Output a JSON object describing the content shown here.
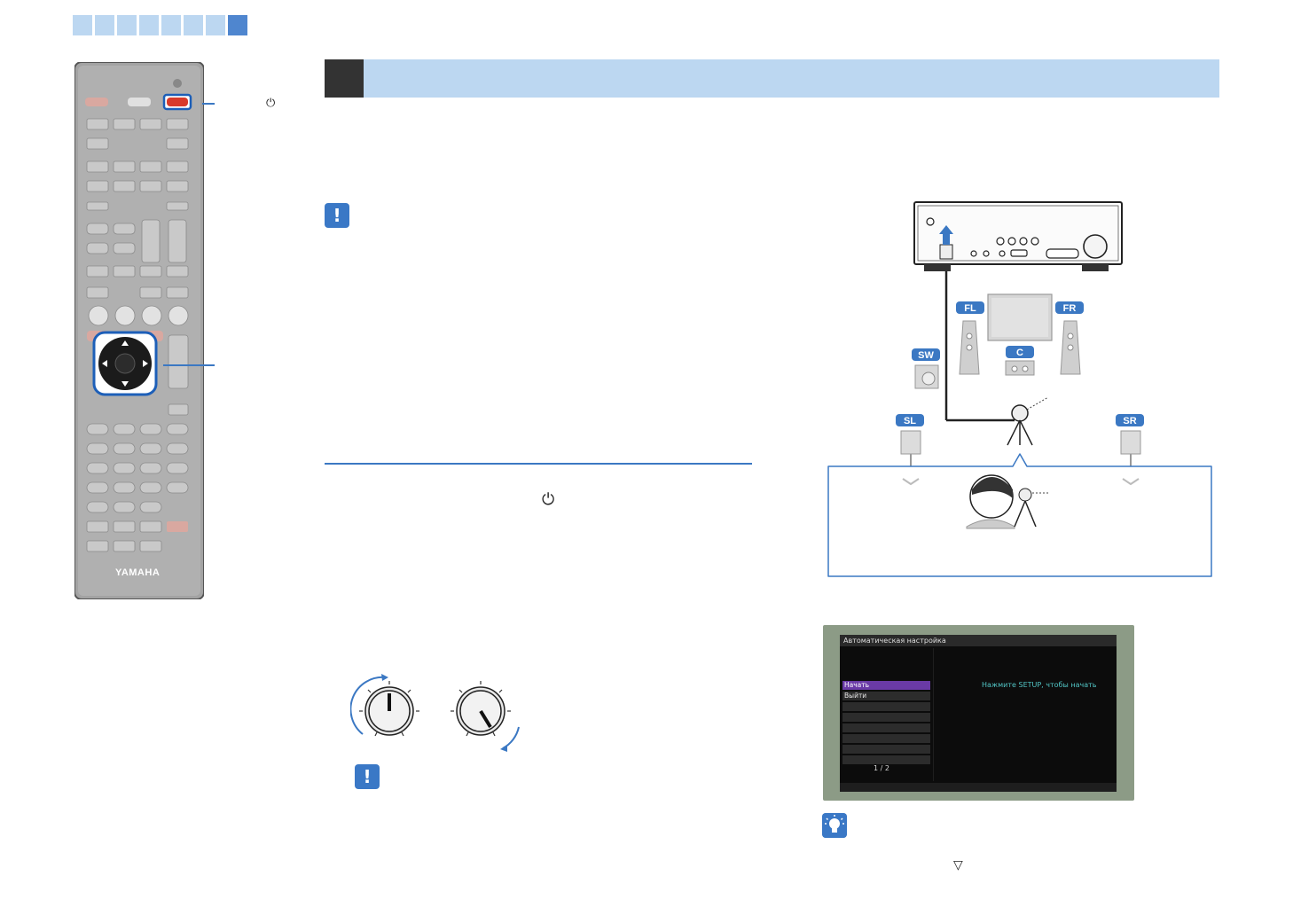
{
  "nav": {
    "squares": 8,
    "active_index": 7
  },
  "remote": {
    "brand": "YAMAHA"
  },
  "power_label": "⏻",
  "step": {
    "number": ""
  },
  "power_glyph": "⏻",
  "diagram": {
    "speakers": [
      "FL",
      "FR",
      "SW",
      "C",
      "SL",
      "SR"
    ]
  },
  "osd": {
    "title": "Автоматическая настройка",
    "menu": [
      "Начать",
      "Выйти"
    ],
    "page": "1 / 2",
    "message": "Нажмите SETUP, чтобы начать"
  },
  "down_glyph": "▽",
  "colors": {
    "accent": "#3b78c3",
    "header_bar": "#bcd7f1",
    "power_red": "#d83a2a"
  }
}
